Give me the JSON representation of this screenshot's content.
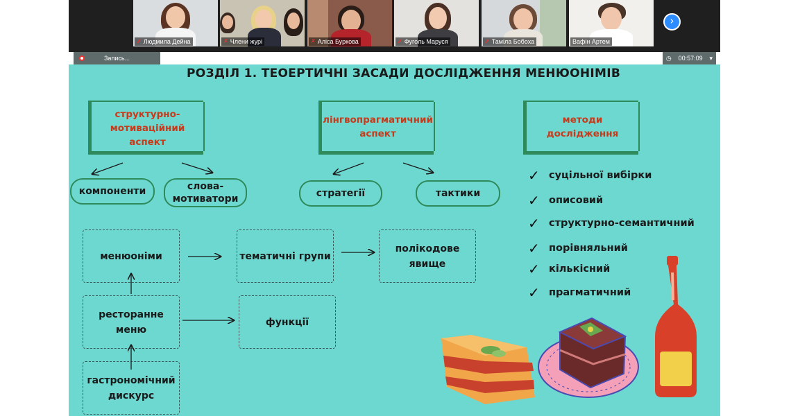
{
  "participants": [
    {
      "name": "Людмила Дейна"
    },
    {
      "name": "Члени журі"
    },
    {
      "name": "Аліса Буркова"
    },
    {
      "name": "Фуголь Маруся"
    },
    {
      "name": "Таміла Бобоха"
    },
    {
      "name": "Вафін Артем"
    }
  ],
  "controls": {
    "record_label": "Запись...",
    "timer": "00:57:09",
    "next_icon": "chevron-right-icon"
  },
  "slide": {
    "title": "РОЗДІЛ 1. ТЕОЕРТИЧНІ ЗАСАДИ ДОСЛІДЖЕННЯ МЕНЮОНІМІВ",
    "frames": {
      "structural": "структурно-мотиваційний аспект",
      "structural_lines": [
        "структурно-",
        "мотиваційний",
        "аспект"
      ],
      "lingvo_lines": [
        "лінгвопрагматичний",
        "аспект"
      ],
      "methods_lines": [
        "методи",
        "дослідження"
      ]
    },
    "pills": {
      "components": "компоненти",
      "motivators_lines": [
        "слова-",
        "мотиватори"
      ],
      "strategies": "стратегії",
      "tactics": "тактики"
    },
    "boxes": {
      "menuonyms": "менюоніми",
      "thematic": "тематичні групи",
      "polycode_lines": [
        "полікодове",
        "явище"
      ],
      "restaurant_lines": [
        "ресторанне",
        "меню"
      ],
      "functions": "функції",
      "gastro_lines": [
        "гастрономічний",
        "дискурс"
      ]
    },
    "methods": [
      "суцільної вибірки",
      "описовий",
      "структурно-семантичний",
      "порівняльний",
      "кількісний",
      "прагматичний"
    ],
    "colors": {
      "background": "#6dd8d0",
      "frame_green": "#2f8a5b",
      "frame_text": "#c83a1a"
    }
  }
}
